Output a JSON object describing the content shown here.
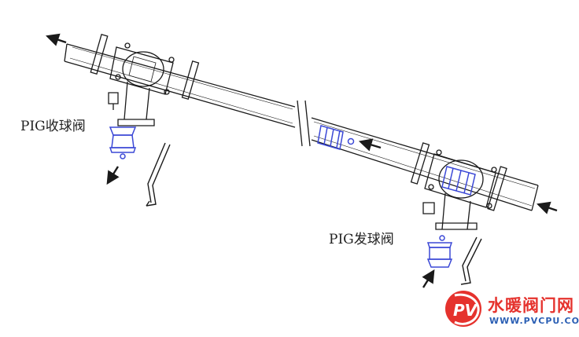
{
  "labels": {
    "receiver": "PIG收球阀",
    "launcher": "PIG发球阀"
  },
  "watermark": {
    "title": "水暖阀门网",
    "url": "WWW.PVCPU.COM",
    "logo_letters": "PV"
  },
  "colors": {
    "line": "#1a1a1a",
    "pig": "#3b48d6",
    "watermark_red": "#e5322d",
    "watermark_blue": "#2b5fb4"
  }
}
